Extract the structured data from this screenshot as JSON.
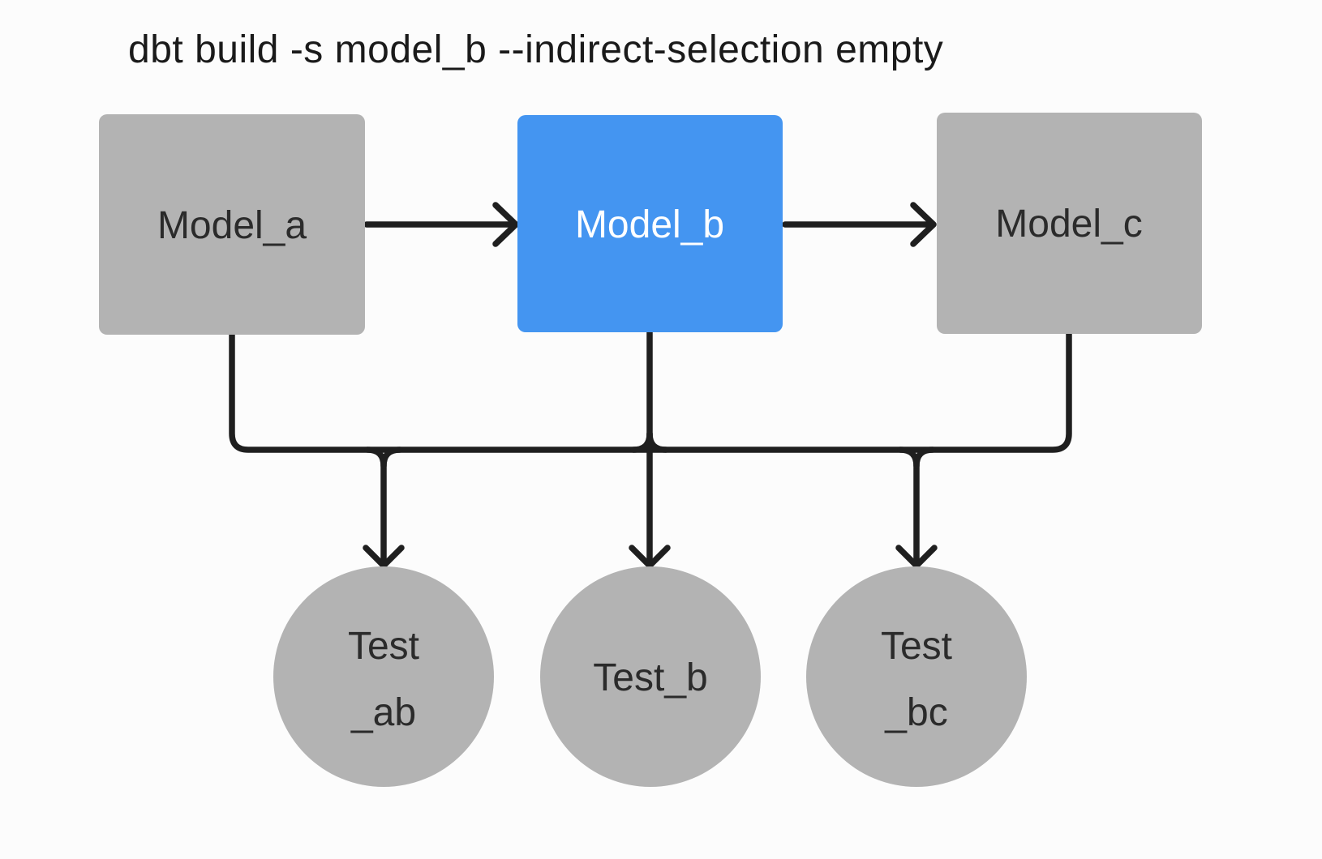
{
  "title": "dbt build -s model_b --indirect-selection empty",
  "colors": {
    "background": "#fcfcfc",
    "node_gray": "#b3b3b3",
    "node_selected": "#4495f1",
    "edge": "#1f1f1f",
    "label_dark": "#2b2b2b",
    "label_light": "#ffffff",
    "title_text": "#1a1a1a"
  },
  "diagram": {
    "nodes": {
      "model_a": {
        "label": "Model_a",
        "shape": "rectangle",
        "state": "unselected"
      },
      "model_b": {
        "label": "Model_b",
        "shape": "rectangle",
        "state": "selected"
      },
      "model_c": {
        "label": "Model_c",
        "shape": "rectangle",
        "state": "unselected"
      },
      "test_ab": {
        "lines": [
          "Test",
          "_ab"
        ],
        "shape": "circle",
        "state": "unselected"
      },
      "test_b": {
        "lines": [
          "Test_b"
        ],
        "shape": "circle",
        "state": "unselected"
      },
      "test_bc": {
        "lines": [
          "Test",
          "_bc"
        ],
        "shape": "circle",
        "state": "unselected"
      }
    },
    "edges": [
      {
        "from": "model_a",
        "to": "model_b"
      },
      {
        "from": "model_b",
        "to": "model_c"
      },
      {
        "from": "model_a",
        "to": "test_ab"
      },
      {
        "from": "model_b",
        "to": "test_ab"
      },
      {
        "from": "model_b",
        "to": "test_b"
      },
      {
        "from": "model_b",
        "to": "test_bc"
      },
      {
        "from": "model_c",
        "to": "test_bc"
      }
    ]
  }
}
